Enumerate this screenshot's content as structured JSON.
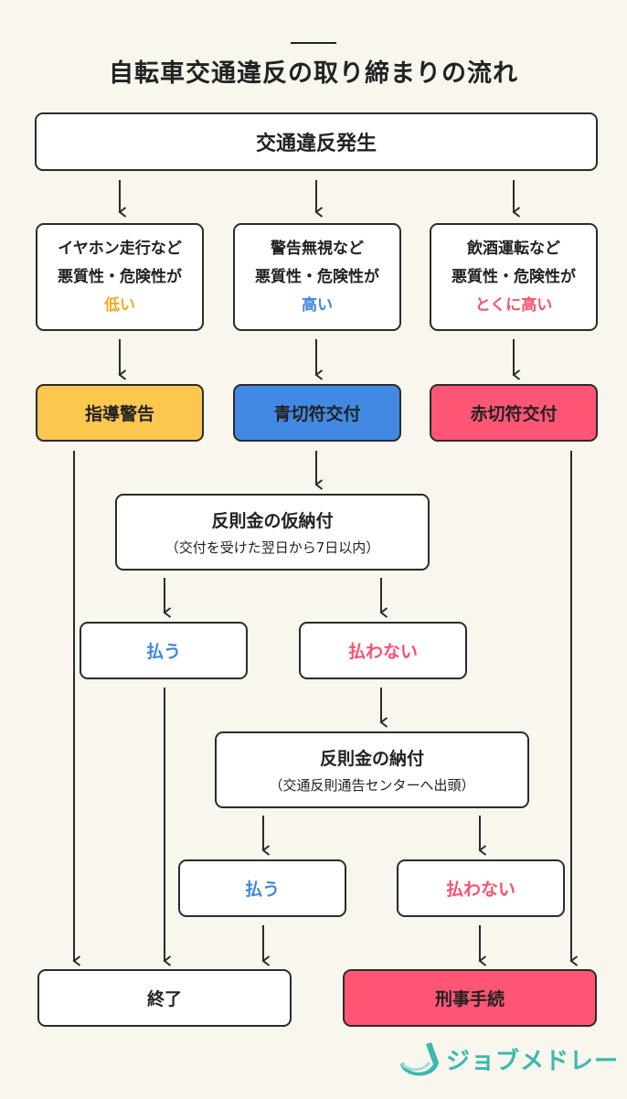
{
  "title": "自転車交通違反の取り締まりの流れ",
  "start": "交通違反発生",
  "cases": [
    {
      "line1": "イヤホン走行など",
      "line2": "悪質性・危険性が",
      "level": "低い"
    },
    {
      "line1": "警告無視など",
      "line2": "悪質性・危険性が",
      "level": "高い"
    },
    {
      "line1": "飲酒運転など",
      "line2": "悪質性・危険性が",
      "level": "とくに高い"
    }
  ],
  "outcomes": {
    "warning": "指導警告",
    "blue_ticket": "青切符交付",
    "red_ticket": "赤切符交付"
  },
  "provisional": {
    "label": "反則金の仮納付",
    "note": "（交付を受けた翌日から7日以内）"
  },
  "pay": "払う",
  "not_pay": "払わない",
  "final_payment": {
    "label": "反則金の納付",
    "note": "（交通反則通告センターへ出頭）"
  },
  "end": "終了",
  "criminal": "刑事手続",
  "logo": "ジョブメドレー",
  "colors": {
    "yellow": "#fbc74f",
    "blue": "#4289e3",
    "red": "#ff5676",
    "logo": "#3ab9b0"
  }
}
